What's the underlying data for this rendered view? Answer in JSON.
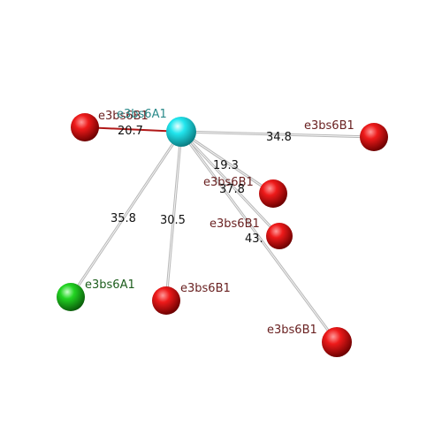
{
  "colors": {
    "center": "#22e6ee",
    "red_node": "#e21010",
    "green_node": "#22d422",
    "edge": "#b8b8b8",
    "highlight_edge": "#b01818",
    "center_label": "#2a8a8a",
    "red_label": "#6a2222",
    "green_label": "#1e5e1e",
    "edge_label": "#111111"
  },
  "graph": {
    "center": {
      "id": "center",
      "label": "e3bs6A1"
    },
    "nodes": [
      {
        "id": "n1",
        "label": "e3bs6B1",
        "color": "red",
        "edge_label": "20.7",
        "highlight": true
      },
      {
        "id": "n2",
        "label": "e3bs6B1",
        "color": "red",
        "edge_label": "34.8"
      },
      {
        "id": "n3",
        "label": "e3bs6B1",
        "color": "red",
        "edge_label": "19.3"
      },
      {
        "id": "n4",
        "label": "e3bs6B1",
        "color": "red",
        "edge_label": "37.8"
      },
      {
        "id": "n5",
        "label": "e3bs6B1",
        "color": "red",
        "edge_label": "43."
      },
      {
        "id": "n6",
        "label": "e3bs6A1",
        "color": "green",
        "edge_label": "35.8"
      },
      {
        "id": "n7",
        "label": "e3bs6B1",
        "color": "red",
        "edge_label": "30.5"
      },
      {
        "id": "n8",
        "label": "e3bs6B1",
        "color": "red",
        "edge_label": ""
      }
    ]
  }
}
